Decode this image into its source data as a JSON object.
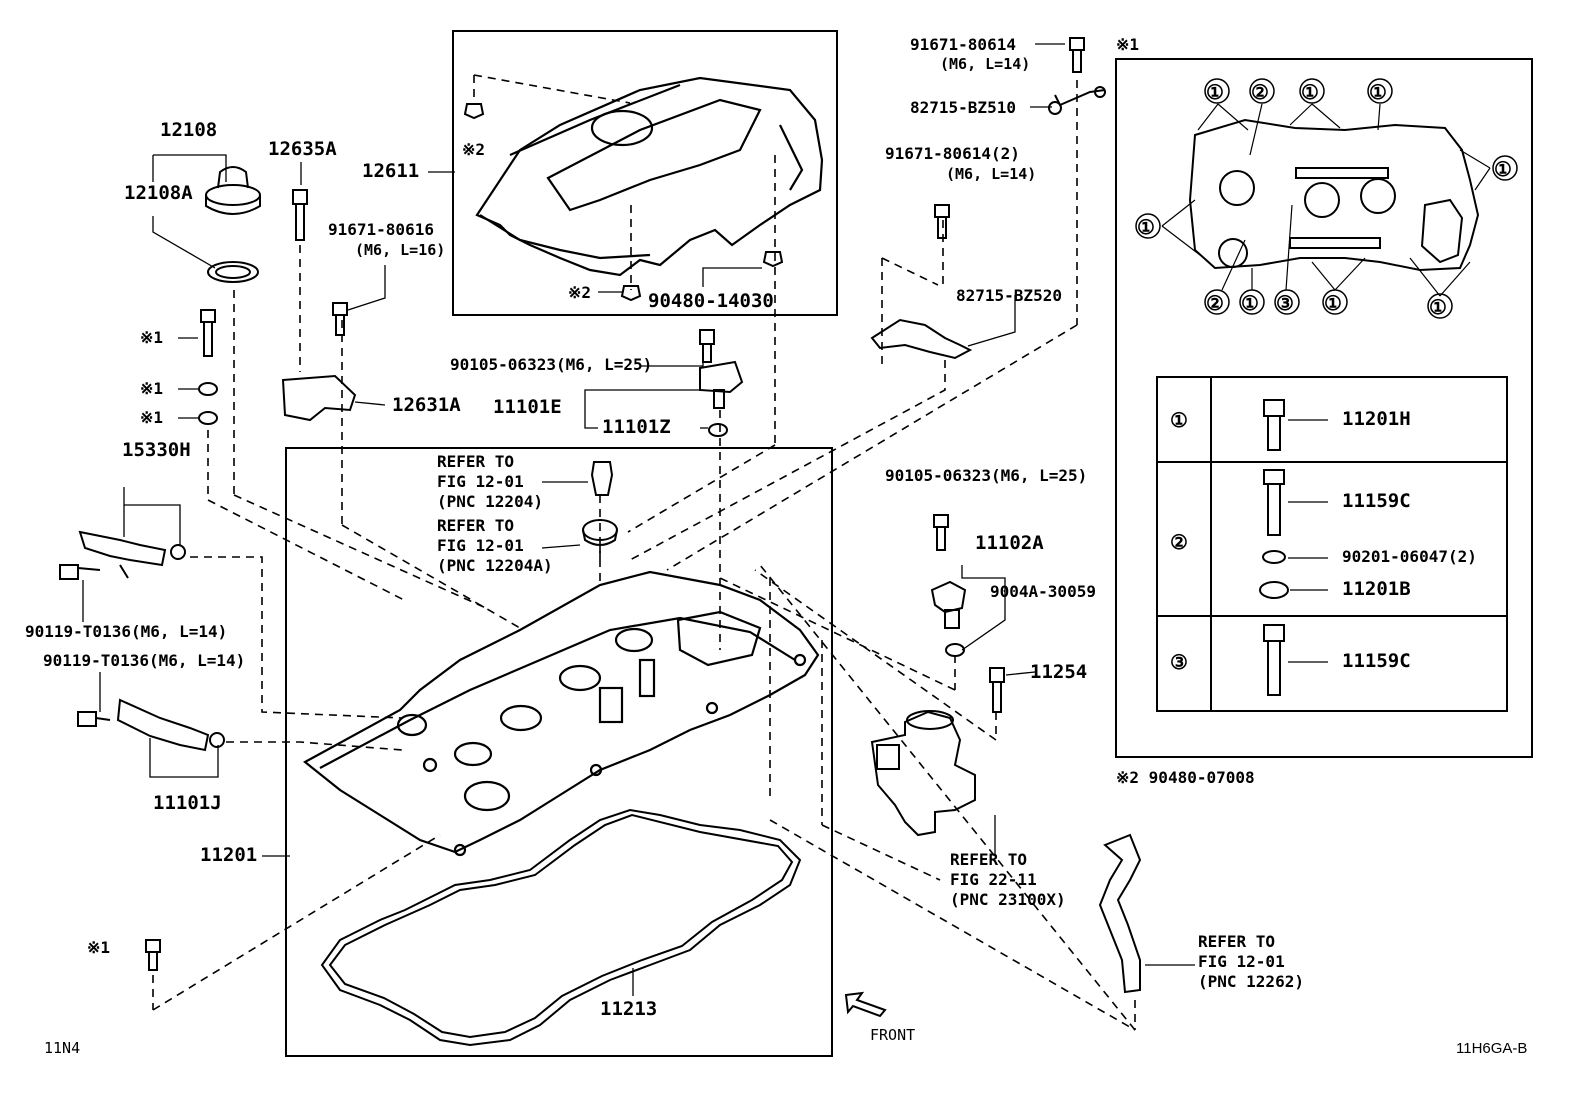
{
  "labels": {
    "p12108": "12108",
    "p12108A": "12108A",
    "p12635A": "12635A",
    "p91671_80616": "91671-80616",
    "p91671_80616_spec": "(M6, L=16)",
    "p12611": "12611",
    "note2_top": "※2",
    "note2_mid": "※2",
    "p90480_14030": "90480-14030",
    "p91671_80614_a": "91671-80614",
    "p91671_80614_a_spec": "(M6, L=14)",
    "p82715_BZ510": "82715-BZ510",
    "p91671_80614_b": "91671-80614(2)",
    "p91671_80614_b_spec": "(M6, L=14)",
    "p82715_BZ520": "82715-BZ520",
    "note1_a": "※1",
    "note1_b": "※1",
    "note1_c": "※1",
    "note1_d": "※1",
    "note1_inset": "※1",
    "p12631A": "12631A",
    "p90105_06323_a": "90105-06323(M6, L=25)",
    "p11101E": "11101E",
    "p11101Z": "11101Z",
    "p15330H": "15330H",
    "ref_12204": "REFER TO\nFIG 12-01\n(PNC 12204)",
    "ref_12204A": "REFER TO\nFIG 12-01\n(PNC 12204A)",
    "p90119_a": "90119-T0136(M6, L=14)",
    "p90119_b": "90119-T0136(M6, L=14)",
    "p11101J": "11101J",
    "p11201": "11201",
    "p11213": "11213",
    "p90105_06323_b": "90105-06323(M6, L=25)",
    "p11102A": "11102A",
    "p9004A_30059": "9004A-30059",
    "p11254": "11254",
    "ref_23100X": "REFER TO\nFIG 22-11\n(PNC 23100X)",
    "ref_12262": "REFER TO\nFIG 12-01\n(PNC 12262)",
    "front": "FRONT",
    "code_left": "11N4",
    "code_right": "11H6GA-B",
    "note2_footer": "※2 90480-07008"
  },
  "inset_callouts": [
    "①",
    "②",
    "①",
    "①",
    "①",
    "①",
    "②",
    "①",
    "③",
    "①",
    "①"
  ],
  "table": [
    {
      "key": "①",
      "parts": [
        "11201H"
      ]
    },
    {
      "key": "②",
      "parts": [
        "11159C",
        "90201-06047(2)",
        "11201B"
      ]
    },
    {
      "key": "③",
      "parts": [
        "11159C"
      ]
    }
  ]
}
